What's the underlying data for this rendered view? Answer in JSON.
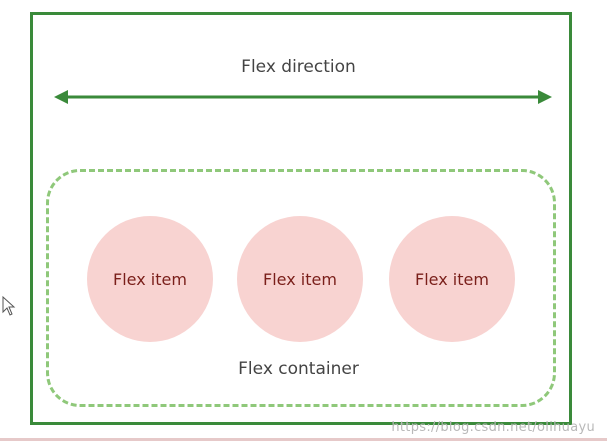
{
  "diagram": {
    "direction_label": "Flex direction",
    "container_label": "Flex container",
    "items": [
      {
        "label": "Flex item"
      },
      {
        "label": "Flex item"
      },
      {
        "label": "Flex item"
      }
    ],
    "watermark": "https://blog.csdn.net/olihuayu"
  },
  "colors": {
    "frame": "#3a8a3a",
    "arrow": "#3a8a3a",
    "container_border": "#8fc87a",
    "item_fill": "#f8d3d1",
    "item_text": "#7a1f1a"
  },
  "icons": {
    "cursor": "mouse-pointer-icon",
    "arrow": "double-headed-arrow-icon"
  }
}
